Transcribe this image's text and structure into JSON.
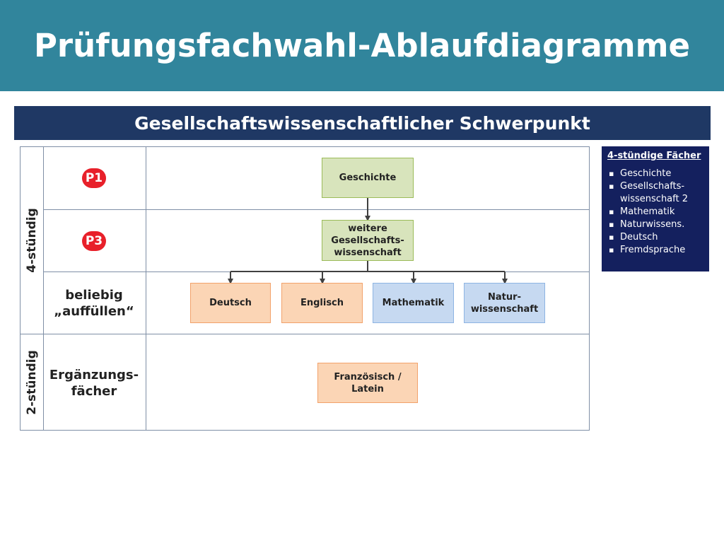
{
  "title": "Prüfungsfachwahl-Ablaufdiagramme",
  "subtitle": "Gesellschaftswissenschaftlicher Schwerpunkt",
  "rows": {
    "group_4": "4-stündig",
    "group_2": "2-stündig",
    "p1": "P1",
    "p3": "P3",
    "fill_line1": "beliebig",
    "fill_line2": "„auffüllen“",
    "erg_line1": "Ergänzungs-",
    "erg_line2": "fächer"
  },
  "boxes": {
    "geschichte": "Geschichte",
    "weitere_1": "weitere",
    "weitere_2": "Gesellschafts-",
    "weitere_3": "wissenschaft",
    "deutsch": "Deutsch",
    "englisch": "Englisch",
    "mathematik": "Mathematik",
    "natur_1": "Natur-",
    "natur_2": "wissenschaft",
    "franz_1": "Französisch /",
    "franz_2": "Latein"
  },
  "sidebar": {
    "heading": "4-stündige Fächer",
    "items": [
      "Geschichte",
      "Gesellschafts-",
      "wissenschaft 2",
      "Mathematik",
      "Naturwissens.",
      "Deutsch",
      "Fremdsprache"
    ]
  },
  "colors": {
    "title_bg": "#31859c",
    "subtitle_bg": "#1f3864",
    "sidebar_bg": "#14205e",
    "badge": "#e8202a",
    "green_box": "#d8e4bc",
    "orange_box": "#fbd5b5",
    "blue_box": "#c6d9f1"
  }
}
